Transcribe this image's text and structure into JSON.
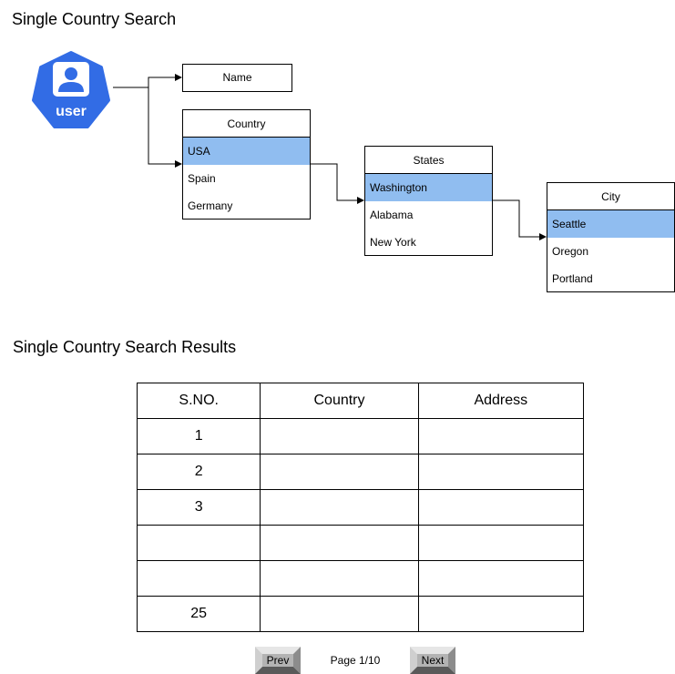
{
  "search": {
    "title": "Single Country Search",
    "user_label": "user",
    "name_field": "Name",
    "country": {
      "header": "Country",
      "items": [
        "USA",
        "Spain",
        "Germany"
      ],
      "selected": "USA"
    },
    "states": {
      "header": "States",
      "items": [
        "Washington",
        "Alabama",
        "New York"
      ],
      "selected": "Washington"
    },
    "city": {
      "header": "City",
      "items": [
        "Seattle",
        "Oregon",
        "Portland"
      ],
      "selected": "Seattle"
    }
  },
  "results": {
    "title": "Single Country Search  Results",
    "columns": [
      "S.NO.",
      "Country",
      "Address"
    ],
    "rows": [
      [
        "1",
        "",
        ""
      ],
      [
        "2",
        "",
        ""
      ],
      [
        "3",
        "",
        ""
      ],
      [
        "",
        "",
        ""
      ],
      [
        "",
        "",
        ""
      ],
      [
        "25",
        "",
        ""
      ]
    ]
  },
  "pagination": {
    "prev_label": "Prev",
    "page_text": "Page 1/10",
    "next_label": "Next"
  },
  "colors": {
    "selected_bg": "#90bdf0",
    "user_icon_bg": "#326ce5"
  }
}
